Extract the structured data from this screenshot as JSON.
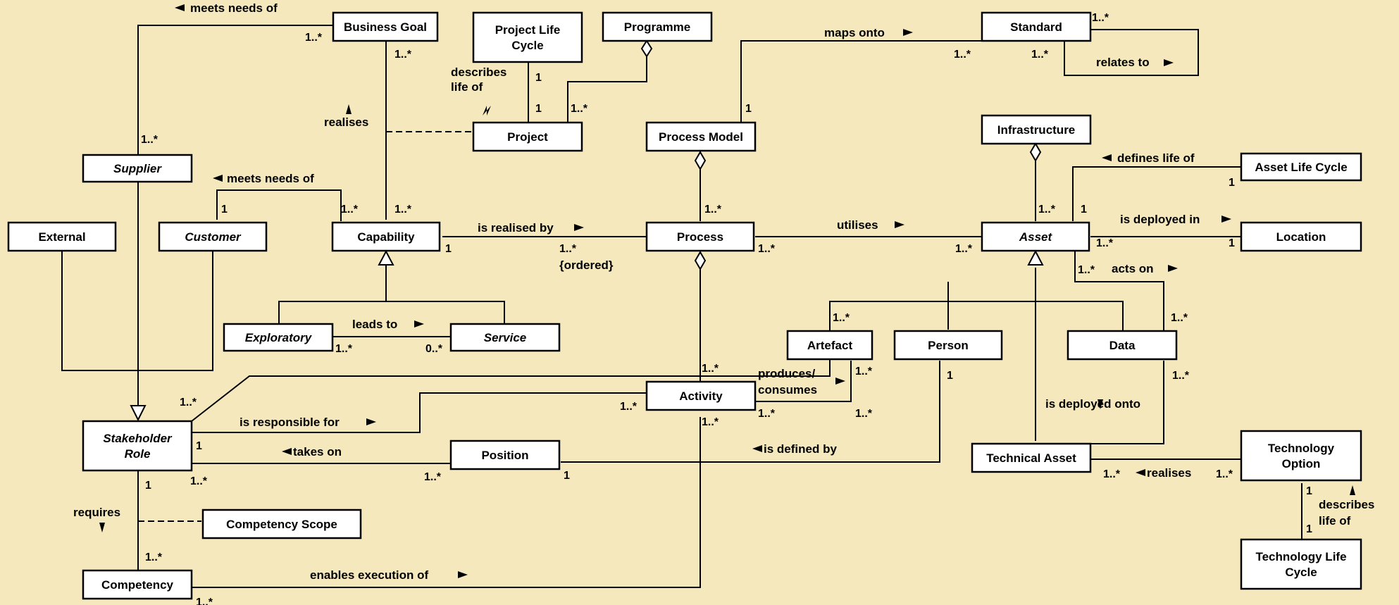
{
  "colors": {
    "background": "#f6e8bd",
    "box_fill": "#ffffff",
    "line": "#000000"
  },
  "classes": {
    "business_goal": {
      "label": [
        "Business Goal"
      ],
      "abstract": false
    },
    "project_life_cycle": {
      "label": [
        "Project Life",
        "Cycle"
      ],
      "abstract": false
    },
    "programme": {
      "label": [
        "Programme"
      ],
      "abstract": false
    },
    "standard": {
      "label": [
        "Standard"
      ],
      "abstract": false
    },
    "project": {
      "label": [
        "Project"
      ],
      "abstract": false
    },
    "process_model": {
      "label": [
        "Process Model"
      ],
      "abstract": false
    },
    "infrastructure": {
      "label": [
        "Infrastructure"
      ],
      "abstract": false
    },
    "supplier": {
      "label": [
        "Supplier"
      ],
      "abstract": true
    },
    "asset_life_cycle": {
      "label": [
        "Asset Life Cycle"
      ],
      "abstract": false
    },
    "external": {
      "label": [
        "External"
      ],
      "abstract": false
    },
    "customer": {
      "label": [
        "Customer"
      ],
      "abstract": true
    },
    "capability": {
      "label": [
        "Capability"
      ],
      "abstract": false
    },
    "process": {
      "label": [
        "Process"
      ],
      "abstract": false
    },
    "asset": {
      "label": [
        "Asset"
      ],
      "abstract": true
    },
    "location": {
      "label": [
        "Location"
      ],
      "abstract": false
    },
    "exploratory": {
      "label": [
        "Exploratory"
      ],
      "abstract": true
    },
    "service": {
      "label": [
        "Service"
      ],
      "abstract": true
    },
    "artefact": {
      "label": [
        "Artefact"
      ],
      "abstract": false
    },
    "person": {
      "label": [
        "Person"
      ],
      "abstract": false
    },
    "data": {
      "label": [
        "Data"
      ],
      "abstract": false
    },
    "activity": {
      "label": [
        "Activity"
      ],
      "abstract": false
    },
    "stakeholder_role": {
      "label": [
        "Stakeholder",
        "Role"
      ],
      "abstract": true
    },
    "position": {
      "label": [
        "Position"
      ],
      "abstract": false
    },
    "technical_asset": {
      "label": [
        "Technical Asset"
      ],
      "abstract": false
    },
    "technology_option": {
      "label": [
        "Technology",
        "Option"
      ],
      "abstract": false
    },
    "competency_scope": {
      "label": [
        "Competency Scope"
      ],
      "abstract": false
    },
    "technology_life_cycle": {
      "label": [
        "Technology Life",
        "Cycle"
      ],
      "abstract": false
    },
    "competency": {
      "label": [
        "Competency"
      ],
      "abstract": false
    }
  },
  "associations": {
    "supplier_meets_needs": "meets needs of",
    "project_life_describes": [
      "describes",
      "life of"
    ],
    "maps_onto": "maps onto",
    "relates_to": "relates to",
    "realises_goal": "realises",
    "defines_life_of": "defines life of",
    "customer_meets_needs": "meets needs of",
    "is_realised_by": "is realised by",
    "ordered_constraint": "{ordered}",
    "utilises": "utilises",
    "is_deployed_in": "is deployed in",
    "acts_on": "acts on",
    "leads_to": "leads to",
    "produces_consumes": [
      "produces/",
      "consumes"
    ],
    "is_deployed_onto": "is deployed onto",
    "is_responsible_for": "is responsible for",
    "takes_on": "takes on",
    "is_defined_by": "is defined by",
    "realises_option": "realises",
    "tech_describes": [
      "describes",
      "life of"
    ],
    "requires": "requires",
    "enables_execution_of": "enables execution of"
  },
  "multiplicities": {
    "one": "1",
    "one_many": "1..*",
    "zero_many": "0..*"
  }
}
